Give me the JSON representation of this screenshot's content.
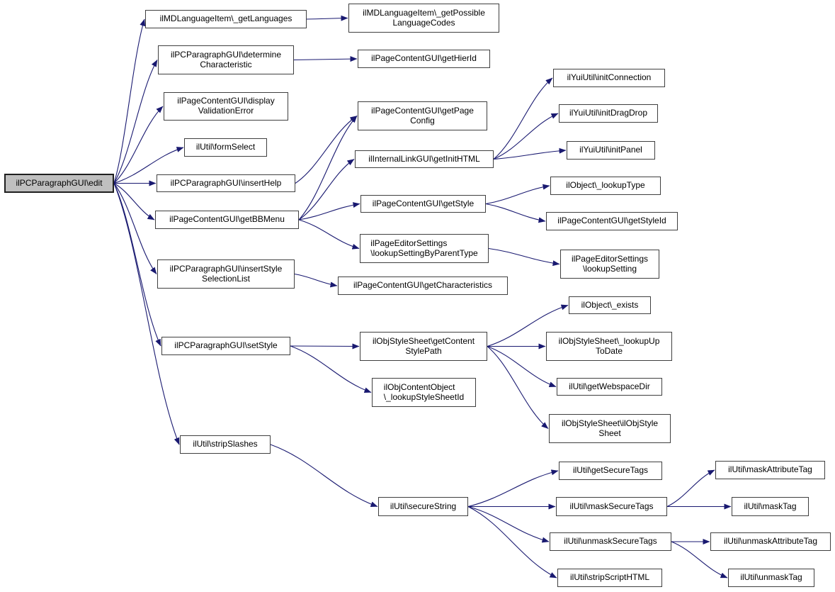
{
  "diagram": {
    "type": "call-graph",
    "direction": "left-to-right",
    "root": "edit",
    "colors": {
      "edge": "#191970",
      "node_border": "#3f3f3f",
      "node_fill": "#ffffff",
      "root_fill": "#bfbfbf",
      "text": "#000000",
      "background": "#ffffff"
    },
    "nodes": {
      "edit": {
        "label": "ilPCParagraphGUI\\edit"
      },
      "getLanguages": {
        "label": "ilMDLanguageItem\\_getLanguages"
      },
      "determineCharacteristic": {
        "label": "ilPCParagraphGUI\\determine\nCharacteristic"
      },
      "displayValidationError": {
        "label": "ilPageContentGUI\\display\nValidationError"
      },
      "formSelect": {
        "label": "ilUtil\\formSelect"
      },
      "insertHelp": {
        "label": "ilPCParagraphGUI\\insertHelp"
      },
      "getBBMenu": {
        "label": "ilPageContentGUI\\getBBMenu"
      },
      "insertStyleSelectionList": {
        "label": "ilPCParagraphGUI\\insertStyle\nSelectionList"
      },
      "setStyle": {
        "label": "ilPCParagraphGUI\\setStyle"
      },
      "stripSlashes": {
        "label": "ilUtil\\stripSlashes"
      },
      "getPossibleLanguageCodes": {
        "label": "ilMDLanguageItem\\_getPossible\nLanguageCodes"
      },
      "getHierId": {
        "label": "ilPageContentGUI\\getHierId"
      },
      "getPageConfig": {
        "label": "ilPageContentGUI\\getPage\nConfig"
      },
      "getInitHTML": {
        "label": "ilInternalLinkGUI\\getInitHTML"
      },
      "getStyle": {
        "label": "ilPageContentGUI\\getStyle"
      },
      "lookupSettingByParentType": {
        "label": "ilPageEditorSettings\n\\lookupSettingByParentType",
        "align": "left"
      },
      "getCharacteristics": {
        "label": "ilPageContentGUI\\getCharacteristics"
      },
      "getContentStylePath": {
        "label": "ilObjStyleSheet\\getContent\nStylePath"
      },
      "lookupStyleSheetId": {
        "label": "ilObjContentObject\n\\_lookupStyleSheetId",
        "align": "left"
      },
      "secureString": {
        "label": "ilUtil\\secureString"
      },
      "initConnection": {
        "label": "ilYuiUtil\\initConnection"
      },
      "initDragDrop": {
        "label": "ilYuiUtil\\initDragDrop"
      },
      "initPanel": {
        "label": "ilYuiUtil\\initPanel"
      },
      "lookupType": {
        "label": "ilObject\\_lookupType"
      },
      "getStyleId": {
        "label": "ilPageContentGUI\\getStyleId"
      },
      "lookupSetting": {
        "label": "ilPageEditorSettings\n\\lookupSetting"
      },
      "exists": {
        "label": "ilObject\\_exists"
      },
      "lookupUpToDate": {
        "label": "ilObjStyleSheet\\_lookupUp\nToDate"
      },
      "getWebspaceDir": {
        "label": "ilUtil\\getWebspaceDir"
      },
      "objStyleSheetCtor": {
        "label": "ilObjStyleSheet\\ilObjStyle\nSheet"
      },
      "getSecureTags": {
        "label": "ilUtil\\getSecureTags"
      },
      "maskSecureTags": {
        "label": "ilUtil\\maskSecureTags"
      },
      "unmaskSecureTags": {
        "label": "ilUtil\\unmaskSecureTags"
      },
      "stripScriptHTML": {
        "label": "ilUtil\\stripScriptHTML"
      },
      "maskAttributeTag": {
        "label": "ilUtil\\maskAttributeTag"
      },
      "maskTag": {
        "label": "ilUtil\\maskTag"
      },
      "unmaskAttributeTag": {
        "label": "ilUtil\\unmaskAttributeTag"
      },
      "unmaskTag": {
        "label": "ilUtil\\unmaskTag"
      }
    },
    "edges": [
      {
        "from": "edit",
        "to": "getLanguages"
      },
      {
        "from": "edit",
        "to": "determineCharacteristic"
      },
      {
        "from": "edit",
        "to": "displayValidationError"
      },
      {
        "from": "edit",
        "to": "formSelect"
      },
      {
        "from": "edit",
        "to": "insertHelp"
      },
      {
        "from": "edit",
        "to": "getBBMenu"
      },
      {
        "from": "edit",
        "to": "insertStyleSelectionList"
      },
      {
        "from": "edit",
        "to": "setStyle"
      },
      {
        "from": "edit",
        "to": "stripSlashes"
      },
      {
        "from": "getLanguages",
        "to": "getPossibleLanguageCodes"
      },
      {
        "from": "determineCharacteristic",
        "to": "getHierId"
      },
      {
        "from": "insertHelp",
        "to": "getPageConfig"
      },
      {
        "from": "getBBMenu",
        "to": "getPageConfig"
      },
      {
        "from": "getBBMenu",
        "to": "getInitHTML"
      },
      {
        "from": "getBBMenu",
        "to": "getStyle"
      },
      {
        "from": "getBBMenu",
        "to": "lookupSettingByParentType"
      },
      {
        "from": "getInitHTML",
        "to": "initConnection"
      },
      {
        "from": "getInitHTML",
        "to": "initDragDrop"
      },
      {
        "from": "getInitHTML",
        "to": "initPanel"
      },
      {
        "from": "getStyle",
        "to": "lookupType"
      },
      {
        "from": "getStyle",
        "to": "getStyleId"
      },
      {
        "from": "lookupSettingByParentType",
        "to": "lookupSetting"
      },
      {
        "from": "insertStyleSelectionList",
        "to": "getCharacteristics"
      },
      {
        "from": "setStyle",
        "to": "getContentStylePath"
      },
      {
        "from": "setStyle",
        "to": "lookupStyleSheetId"
      },
      {
        "from": "getContentStylePath",
        "to": "exists"
      },
      {
        "from": "getContentStylePath",
        "to": "lookupUpToDate"
      },
      {
        "from": "getContentStylePath",
        "to": "getWebspaceDir"
      },
      {
        "from": "getContentStylePath",
        "to": "objStyleSheetCtor"
      },
      {
        "from": "stripSlashes",
        "to": "secureString"
      },
      {
        "from": "secureString",
        "to": "getSecureTags"
      },
      {
        "from": "secureString",
        "to": "maskSecureTags"
      },
      {
        "from": "secureString",
        "to": "unmaskSecureTags"
      },
      {
        "from": "secureString",
        "to": "stripScriptHTML"
      },
      {
        "from": "maskSecureTags",
        "to": "maskAttributeTag"
      },
      {
        "from": "maskSecureTags",
        "to": "maskTag"
      },
      {
        "from": "unmaskSecureTags",
        "to": "unmaskAttributeTag"
      },
      {
        "from": "unmaskSecureTags",
        "to": "unmaskTag"
      }
    ]
  }
}
